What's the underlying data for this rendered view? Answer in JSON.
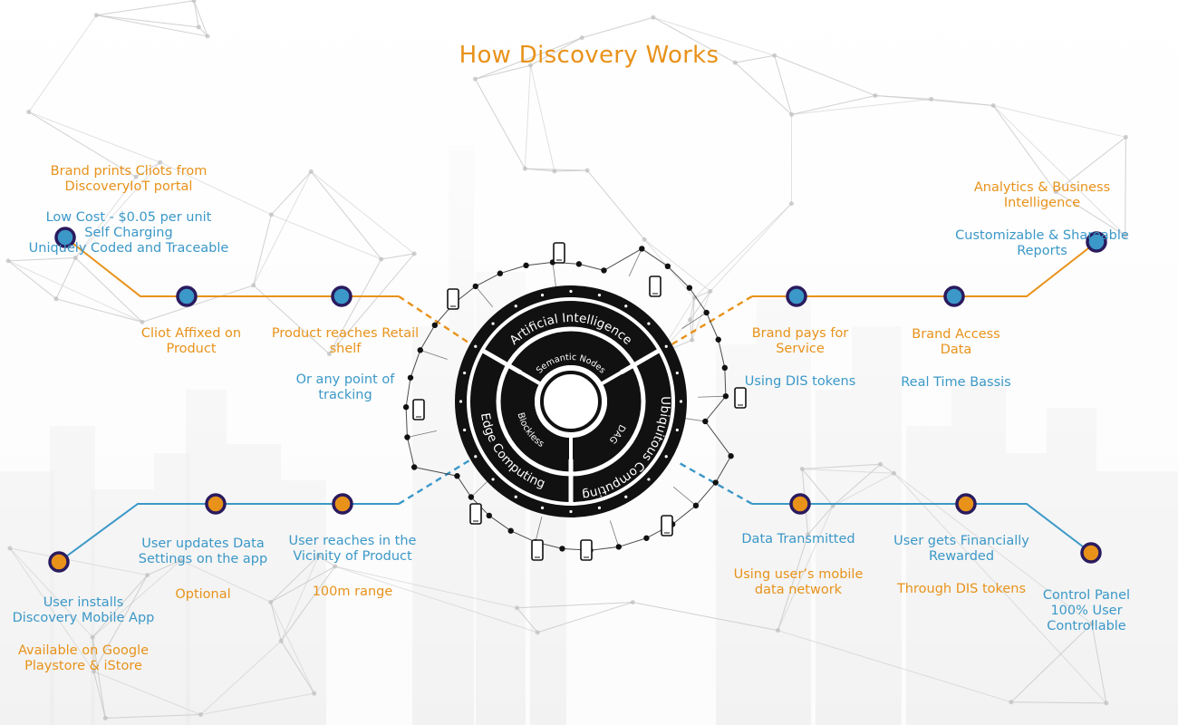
{
  "title": "How Discovery Works",
  "colors": {
    "orange": "#e8921a",
    "blue": "#3b98c8",
    "dark": "#111111",
    "node_outline": "#2a1a5e"
  },
  "ring": {
    "outer": [
      "Artificial Intelligence",
      "Ubiquitous Computing",
      "Edge Computing"
    ],
    "inner": [
      "Semantic Nodes",
      "DAG",
      "Blockless"
    ]
  },
  "steps": {
    "brand_prints": {
      "title": "Brand prints Cliots from\nDiscoveryIoT portal",
      "details": "Low Cost - $0.05 per unit\nSelf Charging\nUniquely Coded and Traceable"
    },
    "cliot_affixed": {
      "title": "Cliot Affixed on\nProduct"
    },
    "product_reaches": {
      "title": "Product reaches Retail\nshelf",
      "details": "Or any point of\ntracking"
    },
    "brand_pays": {
      "title": "Brand pays for\nService",
      "details": "Using DIS tokens"
    },
    "brand_access": {
      "title": "Brand Access\nData",
      "details": "Real Time Bassis"
    },
    "analytics": {
      "title": "Analytics & Business\nIntelligence",
      "details": "Customizable & Shareable\nReports"
    },
    "user_installs": {
      "title": "User installs\nDiscovery Mobile App",
      "details": "Available on Google\nPlaystore & iStore"
    },
    "user_updates": {
      "title": "User updates Data\nSettings on the app",
      "details": "Optional"
    },
    "user_reaches": {
      "title": "User reaches in the\nVicinity of Product",
      "details": "100m range"
    },
    "data_transmitted": {
      "title": "Data Transmitted",
      "details": "Using user’s mobile\ndata network"
    },
    "user_rewarded": {
      "title": "User gets Financially\nRewarded",
      "details": "Through DIS tokens"
    },
    "control_panel": {
      "title": "Control Panel\n100% User\nControllable"
    }
  }
}
